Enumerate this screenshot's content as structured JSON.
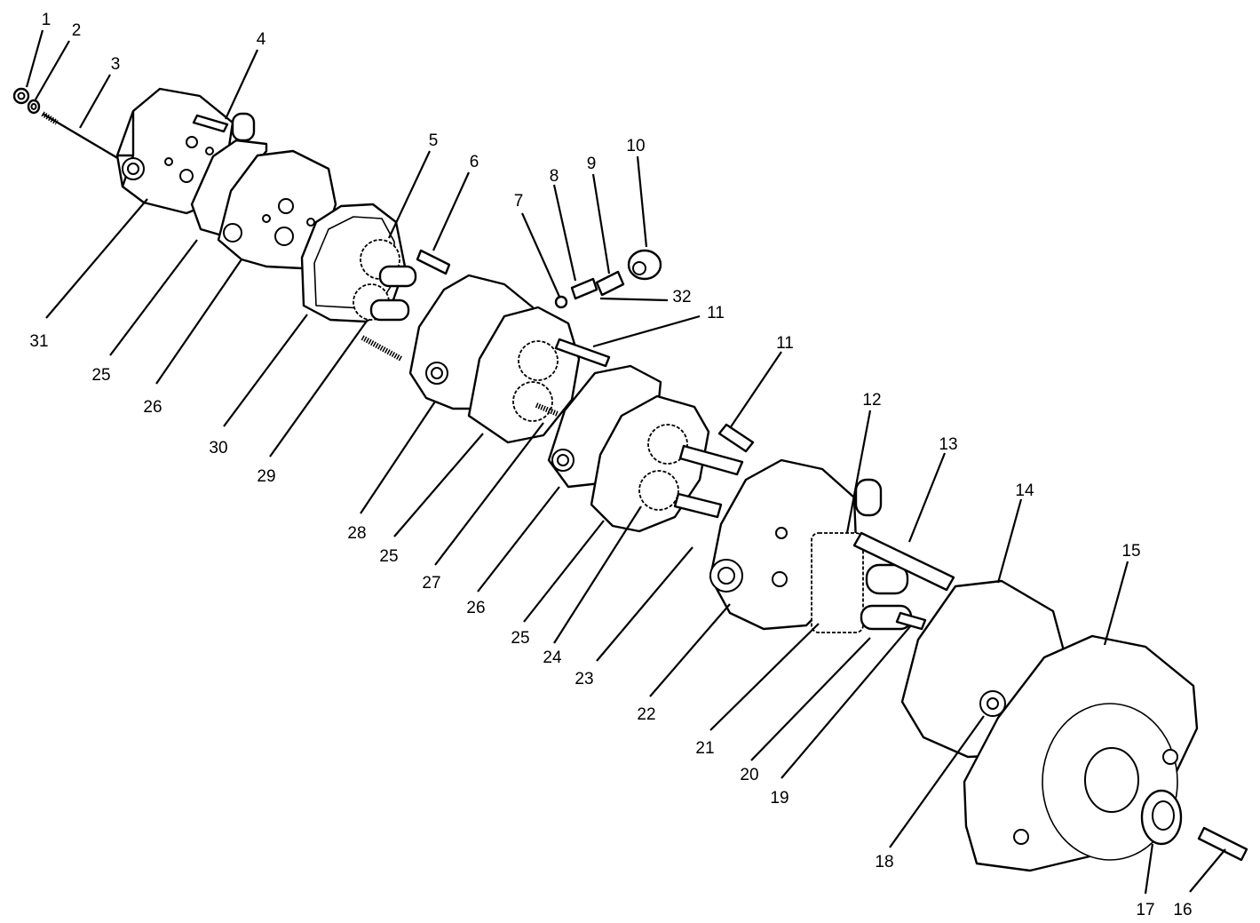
{
  "callouts": [
    {
      "id": "c1",
      "label": "1"
    },
    {
      "id": "c2",
      "label": "2"
    },
    {
      "id": "c3",
      "label": "3"
    },
    {
      "id": "c4",
      "label": "4"
    },
    {
      "id": "c5",
      "label": "5"
    },
    {
      "id": "c6",
      "label": "6"
    },
    {
      "id": "c7",
      "label": "7"
    },
    {
      "id": "c8",
      "label": "8"
    },
    {
      "id": "c9",
      "label": "9"
    },
    {
      "id": "c10",
      "label": "10"
    },
    {
      "id": "c11a",
      "label": "11"
    },
    {
      "id": "c11b",
      "label": "11"
    },
    {
      "id": "c12",
      "label": "12"
    },
    {
      "id": "c13",
      "label": "13"
    },
    {
      "id": "c14",
      "label": "14"
    },
    {
      "id": "c15",
      "label": "15"
    },
    {
      "id": "c16",
      "label": "16"
    },
    {
      "id": "c17",
      "label": "17"
    },
    {
      "id": "c18",
      "label": "18"
    },
    {
      "id": "c19",
      "label": "19"
    },
    {
      "id": "c20",
      "label": "20"
    },
    {
      "id": "c21",
      "label": "21"
    },
    {
      "id": "c22",
      "label": "22"
    },
    {
      "id": "c23",
      "label": "23"
    },
    {
      "id": "c24",
      "label": "24"
    },
    {
      "id": "c25a",
      "label": "25"
    },
    {
      "id": "c25b",
      "label": "25"
    },
    {
      "id": "c25c",
      "label": "25"
    },
    {
      "id": "c26a",
      "label": "26"
    },
    {
      "id": "c26b",
      "label": "26"
    },
    {
      "id": "c27",
      "label": "27"
    },
    {
      "id": "c28",
      "label": "28"
    },
    {
      "id": "c29",
      "label": "29"
    },
    {
      "id": "c30",
      "label": "30"
    },
    {
      "id": "c31",
      "label": "31"
    },
    {
      "id": "c32",
      "label": "32"
    }
  ]
}
